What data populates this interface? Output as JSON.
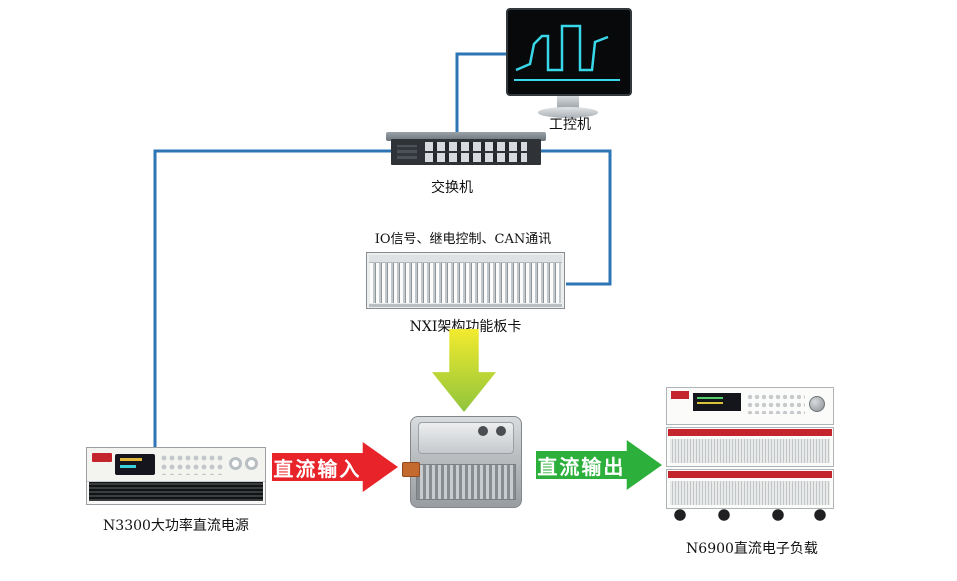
{
  "labels": {
    "ipc": "工控机",
    "switch": "交换机",
    "nxi_caption": "IO信号、继电控制、CAN通讯",
    "nxi": "NXI架构功能板卡",
    "psu": "N3300大功率直流电源",
    "load": "N6900直流电子负载",
    "dc_in": "直流输入",
    "dc_out": "直流输出"
  },
  "colors": {
    "line": "#2e75b6",
    "waveform": "#38d7e9",
    "arrow_in": "#e8232a",
    "arrow_out": "#2daf3c",
    "down_arrow_top": "#f3eb2e",
    "down_arrow_bottom": "#8fc43c",
    "accent_red": "#c4242b"
  }
}
